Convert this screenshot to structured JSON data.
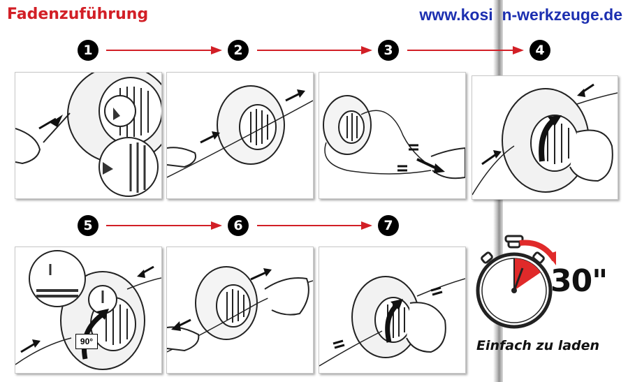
{
  "header": {
    "title": "Fadenzuführung",
    "website": "www.kosian-werkzeuge.de"
  },
  "steps": [
    "1",
    "2",
    "3",
    "4",
    "5",
    "6",
    "7"
  ],
  "labels": {
    "angle": "90°",
    "duration": "30\"",
    "tagline": "Einfach zu laden"
  },
  "colors": {
    "title_red": "#d21f26",
    "link_blue": "#1c2fb0",
    "arrow_red": "#d21f26",
    "ink": "#111111"
  }
}
